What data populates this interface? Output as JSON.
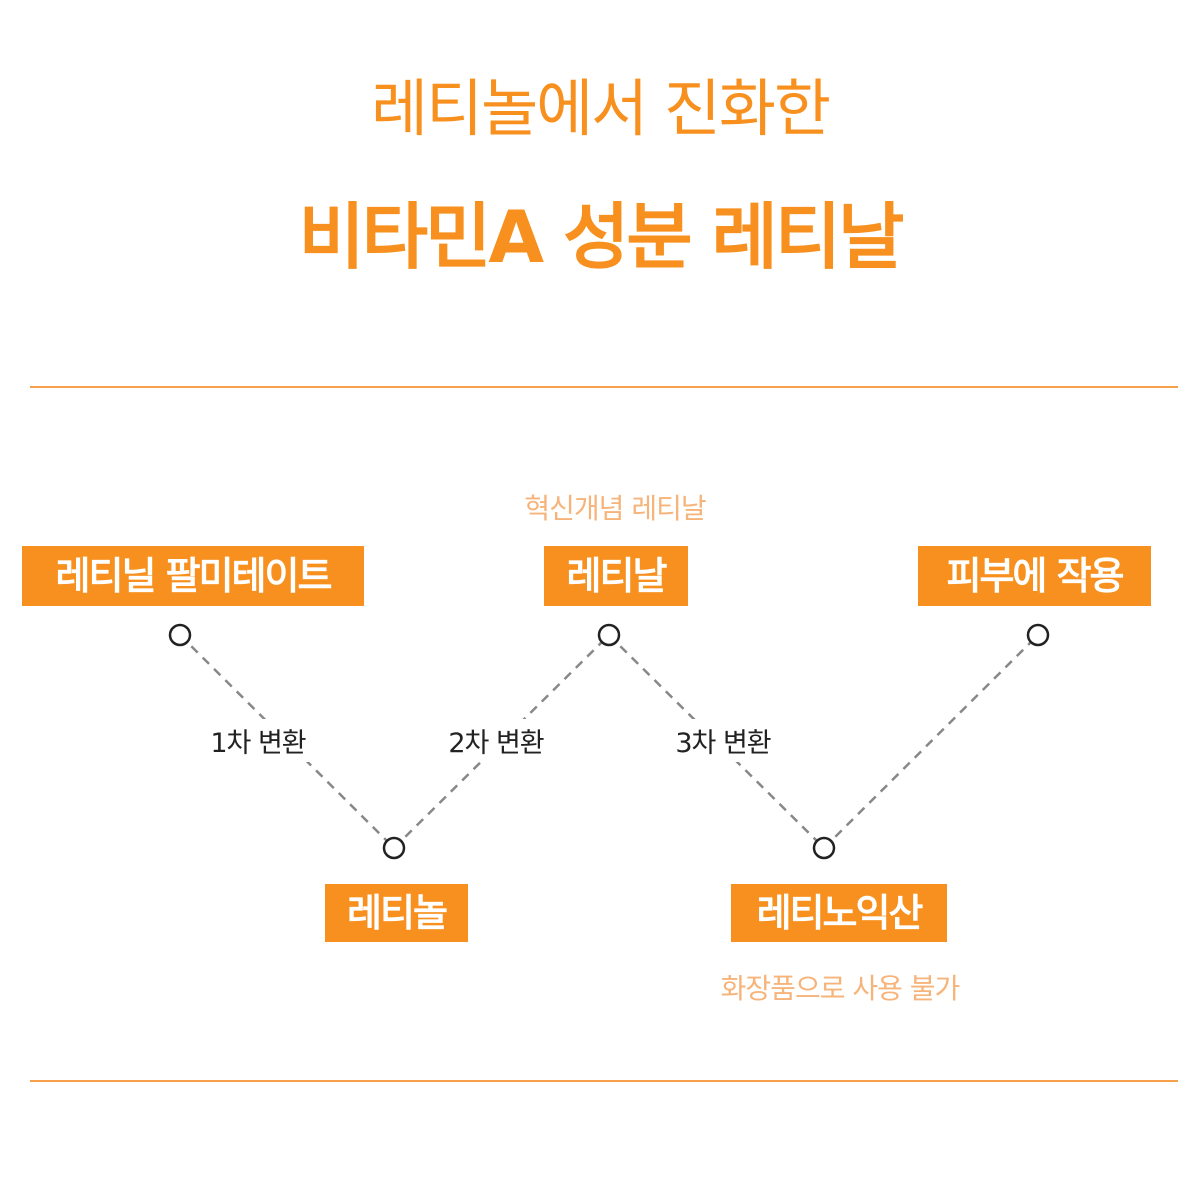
{
  "title": {
    "line1": "레티놀에서 진화한",
    "line2": "비타민A 성분 레티날"
  },
  "colors": {
    "accent": "#F7901E",
    "light_accent": "#F6B47A",
    "dash": "#888888"
  },
  "nodes": [
    {
      "label": "레티닐 팔미테이트"
    },
    {
      "label": "레티놀"
    },
    {
      "label": "레티날",
      "note": "혁신개념 레티날"
    },
    {
      "label": "레티노익산",
      "note": "화장품으로 사용 불가"
    },
    {
      "label": "피부에 작용"
    }
  ],
  "steps": [
    "1차 변환",
    "2차 변환",
    "3차 변환"
  ]
}
